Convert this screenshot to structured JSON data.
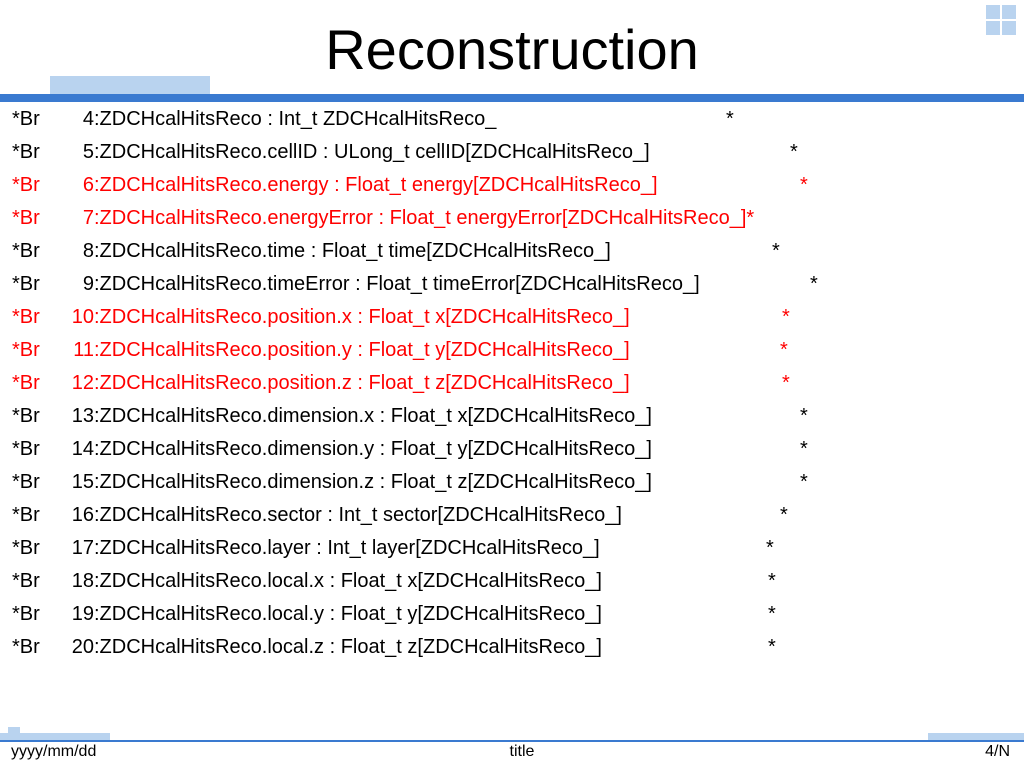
{
  "slide": {
    "title": "Reconstruction",
    "footer": {
      "date": "yyyy/mm/dd",
      "title": "title",
      "page": "4/N"
    }
  },
  "colors": {
    "accent": "#3a7ad0",
    "accent_light": "#b9d3ef",
    "highlight": "#ff0000"
  },
  "lines": [
    {
      "prefix": "*Br",
      "num": "4",
      "text": ":ZDCHcalHitsReco : Int_t ZDCHcalHitsReco_",
      "star": "*",
      "highlight": false
    },
    {
      "prefix": "*Br",
      "num": "5",
      "text": ":ZDCHcalHitsReco.cellID : ULong_t cellID[ZDCHcalHitsReco_]",
      "star": "*",
      "highlight": false
    },
    {
      "prefix": "*Br",
      "num": "6",
      "text": ":ZDCHcalHitsReco.energy : Float_t energy[ZDCHcalHitsReco_]",
      "star": "*",
      "highlight": true
    },
    {
      "prefix": "*Br",
      "num": "7",
      "text": ":ZDCHcalHitsReco.energyError : Float_t energyError[ZDCHcalHitsReco_]*",
      "star": "",
      "highlight": true
    },
    {
      "prefix": "*Br",
      "num": "8",
      "text": ":ZDCHcalHitsReco.time : Float_t time[ZDCHcalHitsReco_]",
      "star": "*",
      "highlight": false
    },
    {
      "prefix": "*Br",
      "num": "9",
      "text": ":ZDCHcalHitsReco.timeError : Float_t timeError[ZDCHcalHitsReco_]",
      "star": "*",
      "highlight": false
    },
    {
      "prefix": "*Br",
      "num": "10",
      "text": ":ZDCHcalHitsReco.position.x : Float_t x[ZDCHcalHitsReco_]",
      "star": "*",
      "highlight": true
    },
    {
      "prefix": "*Br",
      "num": "11",
      "text": ":ZDCHcalHitsReco.position.y : Float_t y[ZDCHcalHitsReco_]",
      "star": "*",
      "highlight": true
    },
    {
      "prefix": "*Br",
      "num": "12",
      "text": ":ZDCHcalHitsReco.position.z : Float_t z[ZDCHcalHitsReco_]",
      "star": "*",
      "highlight": true
    },
    {
      "prefix": "*Br",
      "num": "13",
      "text": ":ZDCHcalHitsReco.dimension.x : Float_t x[ZDCHcalHitsReco_]",
      "star": "*",
      "highlight": false
    },
    {
      "prefix": "*Br",
      "num": "14",
      "text": ":ZDCHcalHitsReco.dimension.y : Float_t y[ZDCHcalHitsReco_]",
      "star": "*",
      "highlight": false
    },
    {
      "prefix": "*Br",
      "num": "15",
      "text": ":ZDCHcalHitsReco.dimension.z : Float_t z[ZDCHcalHitsReco_]",
      "star": "*",
      "highlight": false
    },
    {
      "prefix": "*Br",
      "num": "16",
      "text": ":ZDCHcalHitsReco.sector : Int_t sector[ZDCHcalHitsReco_]",
      "star": "*",
      "highlight": false
    },
    {
      "prefix": "*Br",
      "num": "17",
      "text": ":ZDCHcalHitsReco.layer : Int_t layer[ZDCHcalHitsReco_]",
      "star": "*",
      "highlight": false
    },
    {
      "prefix": "*Br",
      "num": "18",
      "text": ":ZDCHcalHitsReco.local.x : Float_t x[ZDCHcalHitsReco_]",
      "star": "*",
      "highlight": false
    },
    {
      "prefix": "*Br",
      "num": "19",
      "text": ":ZDCHcalHitsReco.local.y : Float_t y[ZDCHcalHitsReco_]",
      "star": "*",
      "highlight": false
    },
    {
      "prefix": "*Br",
      "num": "20",
      "text": ":ZDCHcalHitsReco.local.z : Float_t z[ZDCHcalHitsReco_]",
      "star": "*",
      "highlight": false
    }
  ]
}
